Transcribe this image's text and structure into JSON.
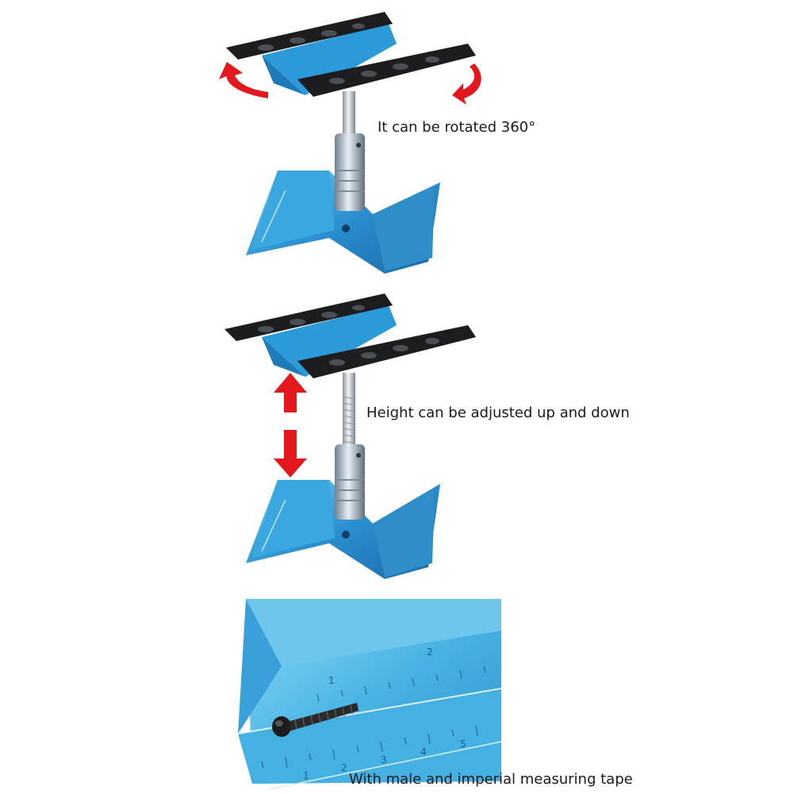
{
  "captions": {
    "rotate": "It can be rotated 360°",
    "height": "Height can be adjusted up and down",
    "tape": "With male and imperial measuring tape"
  },
  "ruler_marks": {
    "top_scale": [
      "1",
      "2"
    ],
    "bottom_scale": [
      "1",
      "2",
      "3",
      "4",
      "5"
    ]
  },
  "colors": {
    "blue_light": "#4fb8e6",
    "blue_mid": "#2a8fd0",
    "blue_dark": "#1b6aa8",
    "plate_black": "#1d1d1f",
    "arrow_red": "#e3181d",
    "shaft": "#c8ced4"
  }
}
